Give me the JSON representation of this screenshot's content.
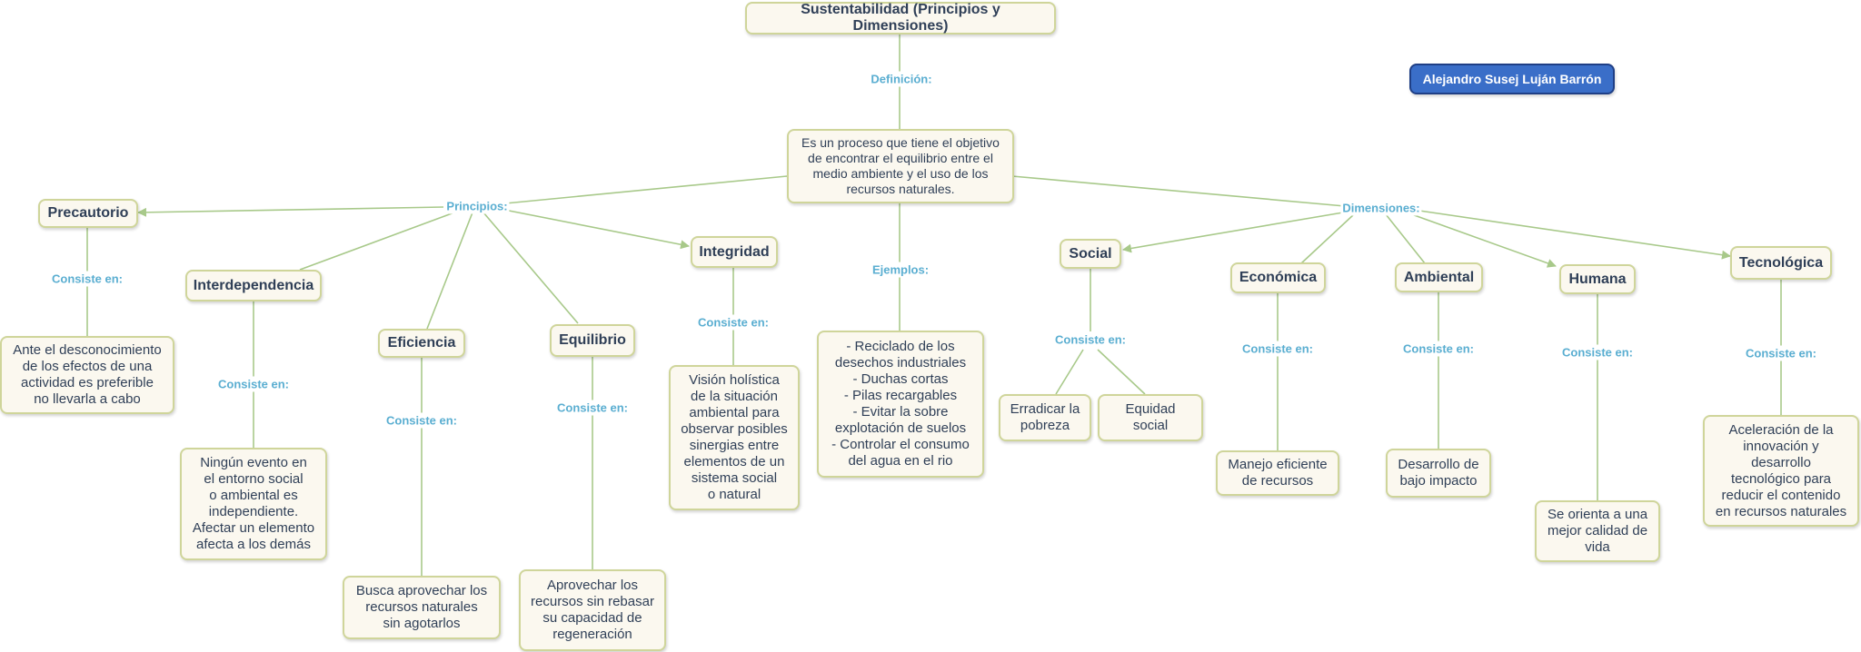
{
  "title": "Sustentabilidad (Principios y Dimensiones)",
  "author": "Alejandro Susej Luján Barrón",
  "colors": {
    "node_bg": "#fbf8ef",
    "node_border": "#cfd59a",
    "link": "#a8c98a",
    "label": "#5aaed1",
    "author_bg": "#3a6ec8"
  },
  "links": {
    "definicion": "Definición:",
    "principios": "Principios:",
    "dimensiones": "Dimensiones:",
    "ejemplos": "Ejemplos:",
    "consiste": "Consiste en:"
  },
  "definition": "Es un proceso que tiene el objetivo\nde encontrar el equilibrio entre el\nmedio ambiente y el uso de los\nrecursos naturales.",
  "examples": "- Reciclado de los\ndesechos industriales\n- Duchas cortas\n- Pilas recargables\n- Evitar la sobre\nexplotación de suelos\n- Controlar el consumo\ndel agua en el rio",
  "principles": {
    "precautorio": {
      "name": "Precautorio",
      "desc": "Ante el desconocimiento\nde los efectos de una\nactividad es preferible\nno llevarla a cabo"
    },
    "interdependencia": {
      "name": "Interdependencia",
      "desc": "Ningún evento en\nel entorno social\no ambiental es\nindependiente.\nAfectar un elemento\nafecta a los demás"
    },
    "eficiencia": {
      "name": "Eficiencia",
      "desc": "Busca aprovechar los\nrecursos naturales\nsin agotarlos"
    },
    "equilibrio": {
      "name": "Equilibrio",
      "desc": "Aprovechar los\nrecursos sin rebasar\nsu capacidad de\nregeneración"
    },
    "integridad": {
      "name": "Integridad",
      "desc": "Visión holística\nde la situación\nambiental para\nobservar posibles\nsinergias entre\nelementos de un\nsistema social\no natural"
    }
  },
  "dimensions": {
    "social": {
      "name": "Social",
      "desc1": "Erradicar la\npobreza",
      "desc2": "Equidad\nsocial"
    },
    "economica": {
      "name": "Económica",
      "desc": "Manejo eficiente\nde recursos"
    },
    "ambiental": {
      "name": "Ambiental",
      "desc": "Desarrollo de\nbajo impacto"
    },
    "humana": {
      "name": "Humana",
      "desc": "Se orienta a una\nmejor calidad de\nvida"
    },
    "tecnologica": {
      "name": "Tecnológica",
      "desc": "Aceleración de la\ninnovación y\ndesarrollo\ntecnológico para\nreducir el contenido\nen recursos naturales"
    }
  }
}
